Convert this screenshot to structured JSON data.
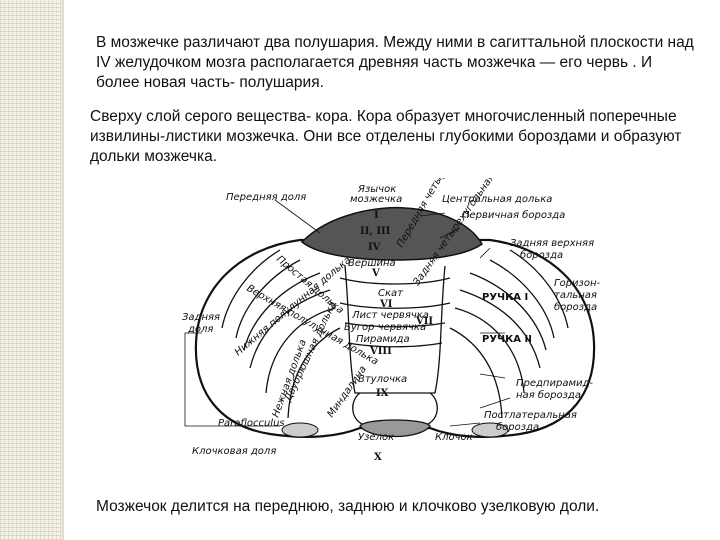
{
  "slide": {
    "paragraph1": "В мозжечке различают два полушария. Между ними в сагиттальной плоскости над IV желудочком мозга располагается древняя часть мозжечка — его червь . И более новая часть- полушария.",
    "paragraph2": "Сверху слой серого вещества- кора. Кора образует многочисленный поперечные извилины-листики мозжечка. Они все отделены глубокими бороздами и образуют дольки мозжечка.",
    "paragraph3": "Мозжечок делится на переднюю, заднюю и клочково узелковую доли."
  },
  "diagram": {
    "labels": {
      "yazychok": "Язычок",
      "mozzhechka": "мозжечка",
      "perednyaya_dolya": "Передняя доля",
      "centralnaya_dolka": "Центральная долька",
      "pervichnaya_borozda": "Первичная борозда",
      "zadnyaya_verkhnyaya": "Задняя верхняя",
      "borozda": "борозда",
      "vershina": "Вершина",
      "prostaya_dolka": "Простая долька",
      "perednyaya_chetyrekhug": "Передняя четырехуг. долька",
      "zadnyaya_chetyrekhug": "Задняя четырехугольная долька",
      "skat": "Скат",
      "ruchka1": "РУЧКА I",
      "gorizontalnaya": "Горизон-",
      "gorizontalnaya2": "тальная",
      "gorizontalnaya3": "борозда",
      "verkhnyaya_polulunnaya": "Верхняя полулунная долька",
      "list_chervya": "Лист червячка",
      "bugor_chervya": "Бугор червячка",
      "zadnyaya_dolya": "Задняя",
      "zadnyaya_dolya2": "доля",
      "piramida": "Пирамида",
      "ruchka2": "РУЧКА II",
      "nizhnyaya_polulunnaya": "Нижняя полулунная долька",
      "dvubryushnaya": "Двубрюшная долька",
      "nezhnaya": "Нежная долька",
      "vtulochka": "Втулочка",
      "mindalina": "Миндалина",
      "predpiramidnaya": "Предпирамид-",
      "predpiramidnaya2": "ная борозда",
      "postlateralnaya": "Постлатеральная",
      "postlateralnaya2": "борозда",
      "paraflocculus": "Paraflocculus",
      "uzelok": "Узелок",
      "klochok": "Клочок",
      "klochkovaya_dolya": "Клочковая доля"
    },
    "numerals": {
      "i": "I",
      "ii_iii": "II, III",
      "iv": "IV",
      "v": "V",
      "vi": "VI",
      "vii": "VII",
      "viii": "VIII",
      "ix": "IX",
      "x": "X"
    }
  }
}
